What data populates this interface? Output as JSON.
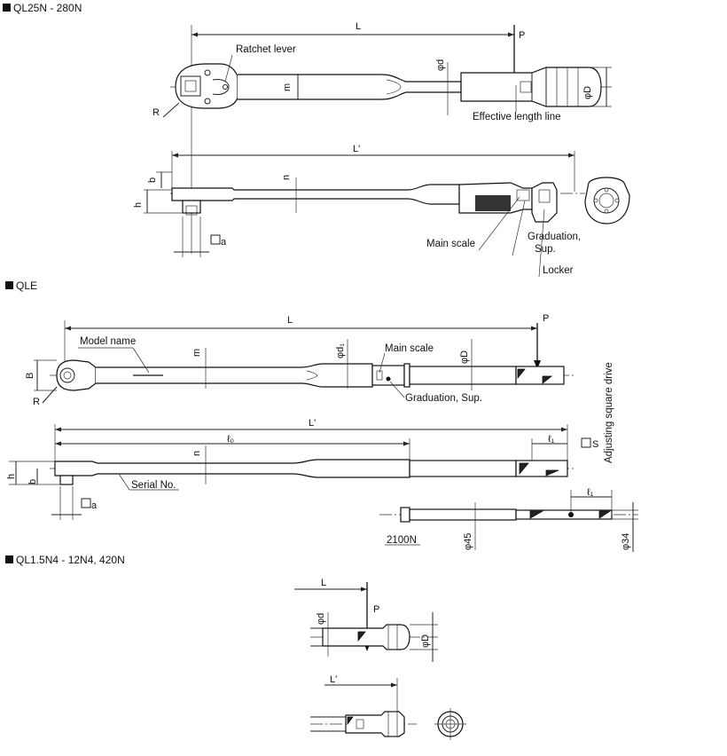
{
  "sections": {
    "ql25n": {
      "title": "QL25N - 280N",
      "labels": {
        "ratchet_lever": "Ratchet lever",
        "effective_length_line": "Effective length line",
        "main_scale": "Main scale",
        "graduation_sup_1": "Graduation,",
        "graduation_sup_2": "Sup.",
        "locker": "Locker"
      },
      "dims": {
        "L": "L",
        "P": "P",
        "phi_d": "φd",
        "phi_D": "φD",
        "m": "m",
        "R": "R",
        "L_prime": "L'",
        "n": "n",
        "b": "b",
        "h": "h",
        "square_a": "a"
      }
    },
    "qle": {
      "title": "QLE",
      "labels": {
        "model_name": "Model name",
        "main_scale": "Main scale",
        "graduation_sup": "Graduation, Sup.",
        "serial_no": "Serial No.",
        "adjusting_square_drive": "Adjusting square drive",
        "model_2100n": "2100N"
      },
      "dims": {
        "L": "L",
        "P": "P",
        "B": "B",
        "R": "R",
        "m": "m",
        "phi_d1": "φd₁",
        "phi_D": "φD",
        "L_prime": "L'",
        "l0": "ℓ₀",
        "l1": "ℓ₁",
        "square_s": "S",
        "n": "n",
        "h": "h",
        "b": "b",
        "square_a": "a",
        "phi_45": "φ45",
        "phi_34": "φ34",
        "l1_b": "ℓ₁"
      }
    },
    "ql15n4": {
      "title": "QL1.5N4 - 12N4, 420N",
      "dims": {
        "L": "L",
        "P": "P",
        "phi_d": "φd",
        "phi_D": "φD",
        "L_prime": "L'"
      }
    }
  },
  "colors": {
    "line": "#222222",
    "background": "#ffffff"
  }
}
